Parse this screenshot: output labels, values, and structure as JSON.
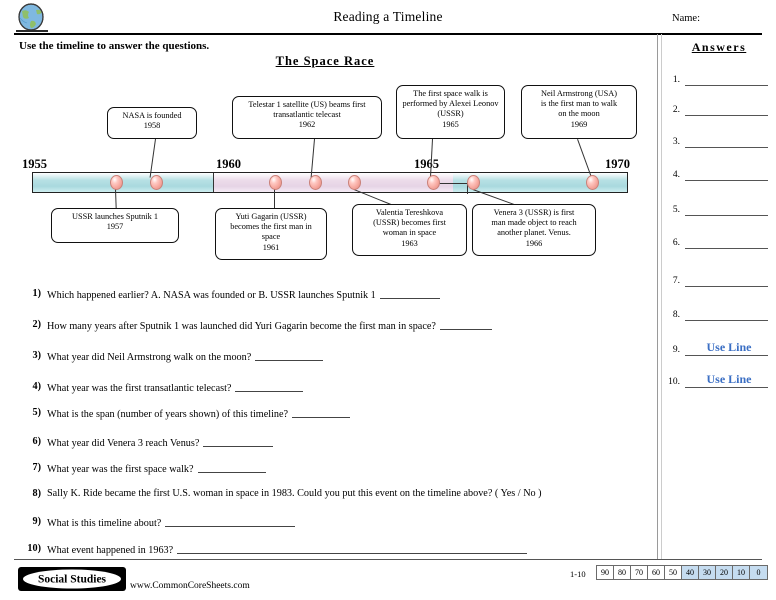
{
  "header": {
    "icon": "globe-icon",
    "title": "Reading a Timeline",
    "name_label": "Name:"
  },
  "instruction": "Use the timeline to answer the questions.",
  "timeline": {
    "title": "The Space Race",
    "start_year": 1955,
    "end_year": 1970,
    "year_labels": [
      "1955",
      "1960",
      "1965",
      "1970"
    ],
    "events_above": [
      {
        "text_lines": [
          "NASA is founded",
          "1958"
        ],
        "year": 1958
      },
      {
        "text_lines": [
          "Telestar 1 satellite (US) beams first",
          "transatlantic telecast",
          "1962"
        ],
        "year": 1962
      },
      {
        "text_lines": [
          "The first space walk is",
          "performed by Alexei Leonov",
          "(USSR)",
          "1965"
        ],
        "year": 1965
      },
      {
        "text_lines": [
          "Neil Armstrong (USA)",
          "is the first man to walk",
          "on the moon",
          "1969"
        ],
        "year": 1969
      }
    ],
    "events_below": [
      {
        "text_lines": [
          "USSR launches Sputnik 1",
          "1957"
        ],
        "year": 1957
      },
      {
        "text_lines": [
          "Yuti Gagarin (USSR)",
          "becomes the first man in",
          "space",
          "1961"
        ],
        "year": 1961
      },
      {
        "text_lines": [
          "Valentia Tereshkova",
          "(USSR) becomes first",
          "woman in space",
          "1963"
        ],
        "year": 1963
      },
      {
        "text_lines": [
          "Venera 3 (USSR) is first",
          "man made object to reach",
          "another planet. Venus.",
          "1966"
        ],
        "year": 1966
      }
    ],
    "marker_years": [
      1957,
      1958,
      1961,
      1962,
      1963,
      1965,
      1966,
      1969
    ]
  },
  "questions": [
    {
      "num": "1)",
      "text": "Which happened earlier?   A. NASA was founded   or   B. USSR launches Sputnik 1",
      "blank_width": 60
    },
    {
      "num": "2)",
      "text": "How many years after Sputnik 1 was launched did Yuri Gagarin become the first man in space?",
      "blank_width": 52
    },
    {
      "num": "3)",
      "text": "What year did Neil Armstrong walk on the moon?",
      "blank_width": 68
    },
    {
      "num": "4)",
      "text": "What year was the first transatlantic telecast?",
      "blank_width": 68
    },
    {
      "num": "5)",
      "text": "What is the span (number of years shown) of this timeline?",
      "blank_width": 58
    },
    {
      "num": "6)",
      "text": "What year did Venera 3 reach Venus?",
      "blank_width": 70
    },
    {
      "num": "7)",
      "text": "What year was the first space walk?",
      "blank_width": 68
    },
    {
      "num": "8)",
      "text": "Sally K. Ride became the first U.S. woman in space in 1983. Could you put this event on the timeline above? ( Yes / No )",
      "blank_width": 0
    },
    {
      "num": "9)",
      "text": "What is this timeline about?",
      "blank_width": 130
    },
    {
      "num": "10)",
      "text": "What event happened in 1963?",
      "blank_width": 350
    }
  ],
  "answers": {
    "title": "Answers",
    "rows": [
      {
        "num": "1.",
        "value": ""
      },
      {
        "num": "2.",
        "value": ""
      },
      {
        "num": "3.",
        "value": ""
      },
      {
        "num": "4.",
        "value": ""
      },
      {
        "num": "5.",
        "value": ""
      },
      {
        "num": "6.",
        "value": ""
      },
      {
        "num": "7.",
        "value": ""
      },
      {
        "num": "8.",
        "value": ""
      },
      {
        "num": "9.",
        "value": "Use Line"
      },
      {
        "num": "10.",
        "value": "Use Line"
      }
    ],
    "useline_color": "#3b6fc4"
  },
  "footer": {
    "logo_text": "Social Studies",
    "site_url": "www.CommonCoreSheets.com",
    "scale_label": "1-10",
    "scale_values": [
      "90",
      "80",
      "70",
      "60",
      "50",
      "40",
      "30",
      "20",
      "10",
      "0"
    ],
    "scale_highlight_from_index": 5,
    "scale_highlight_color": "#c5dcf0"
  }
}
